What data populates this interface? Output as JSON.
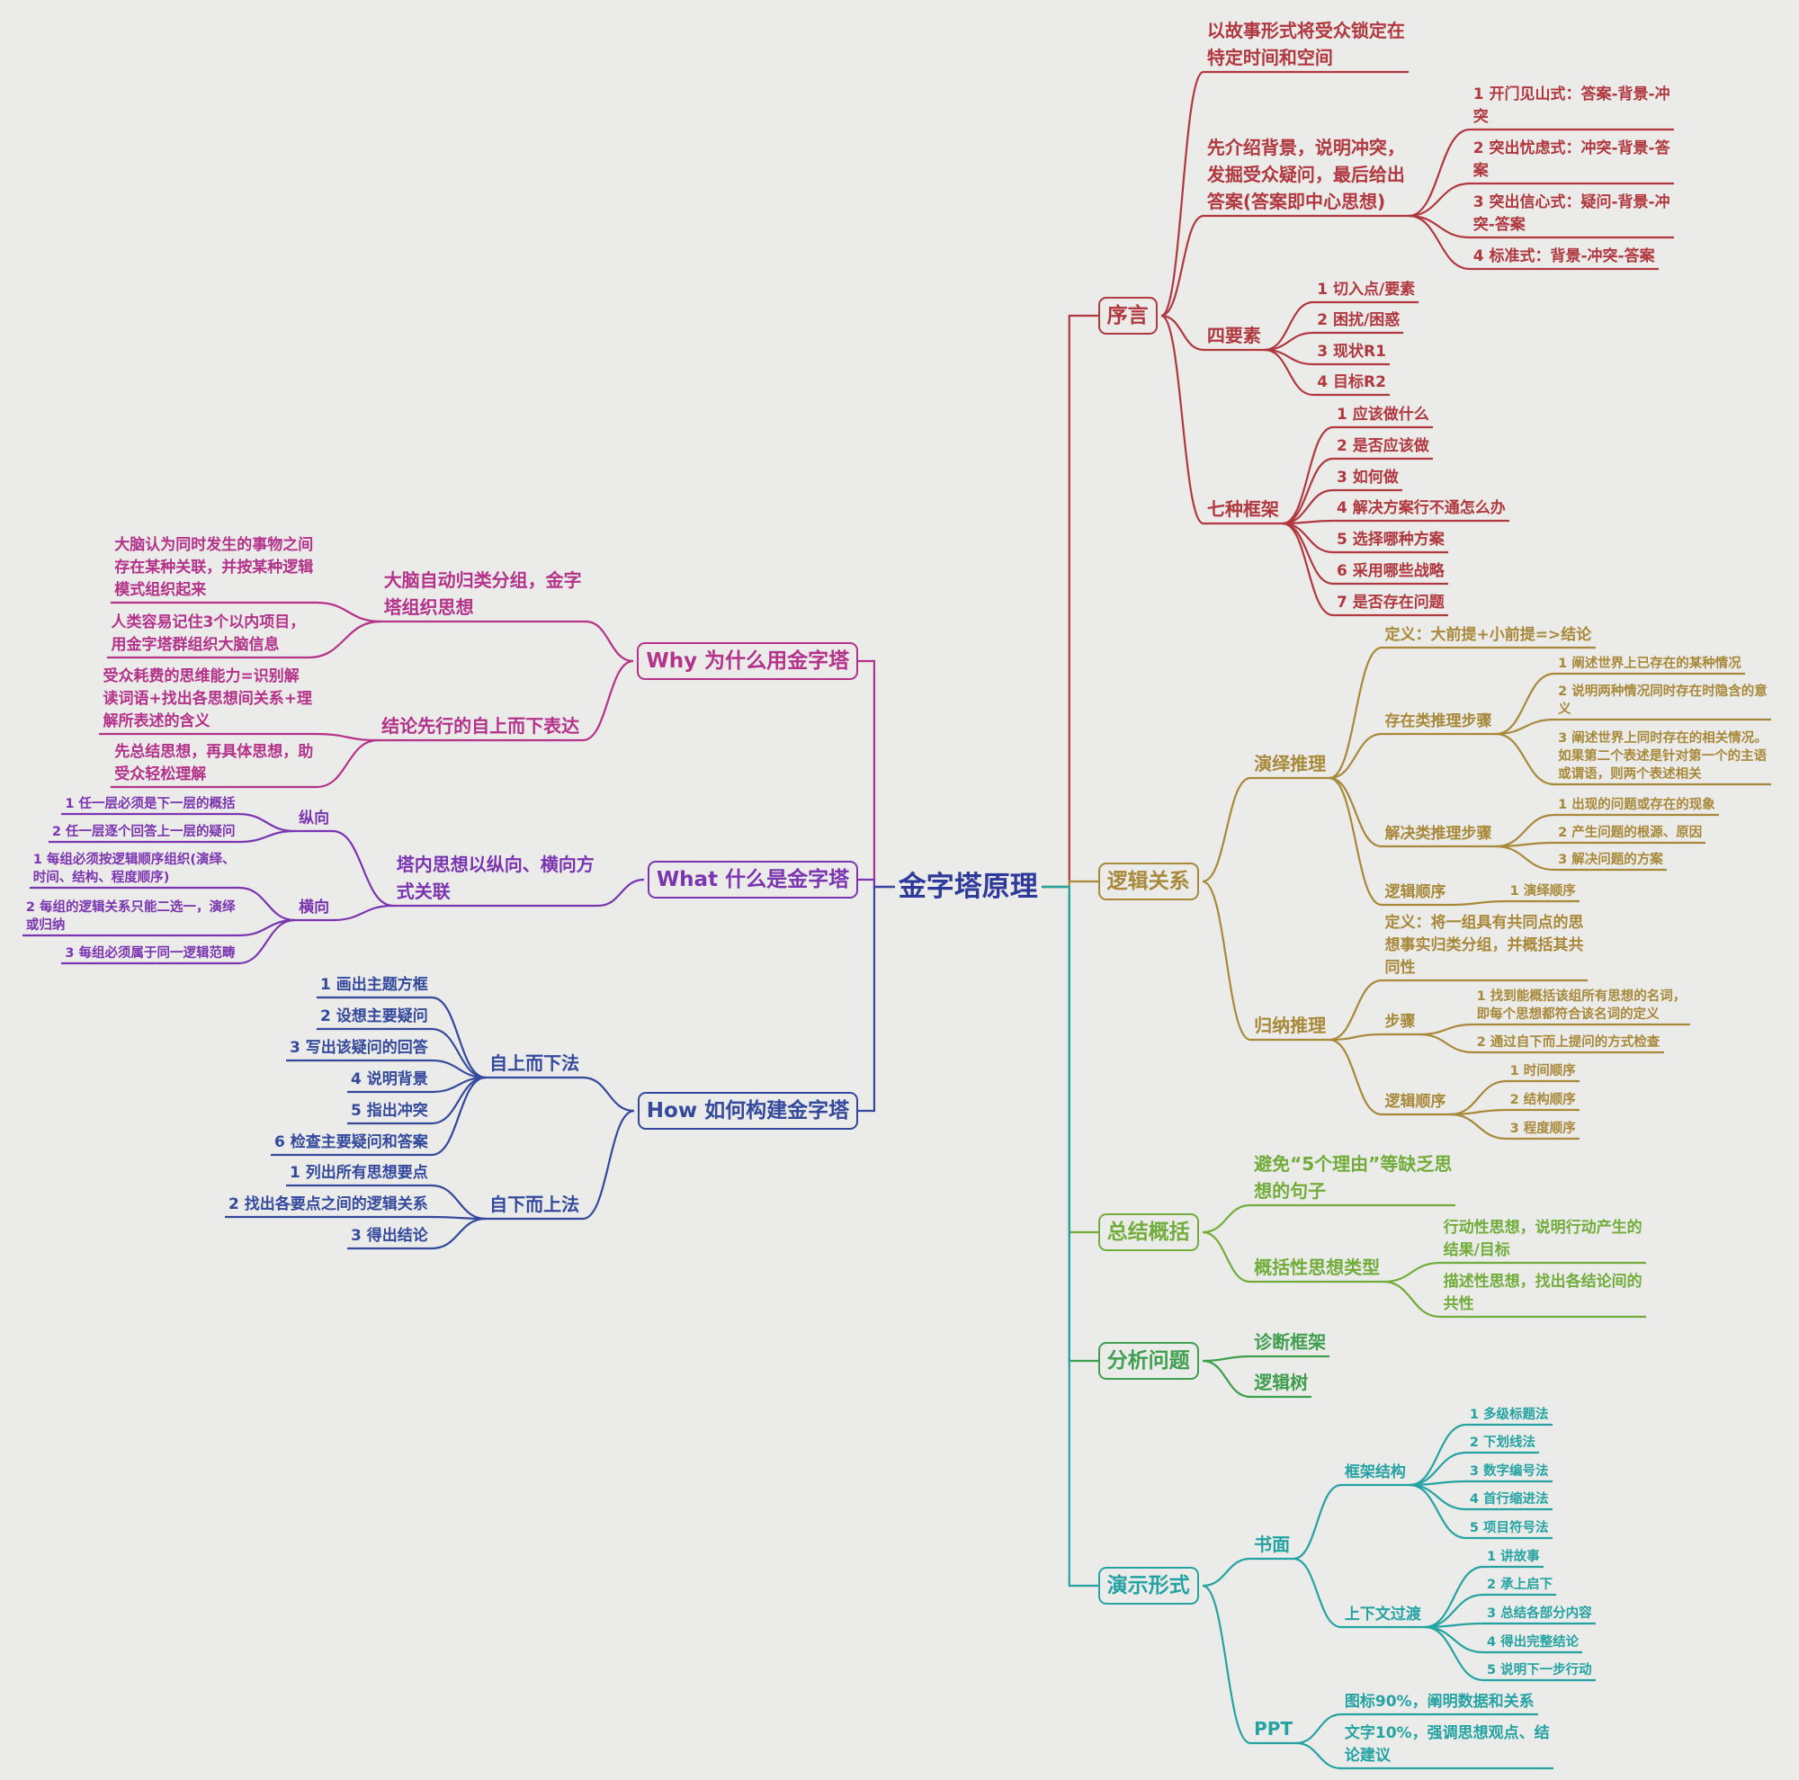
{
  "title": "金字塔原理",
  "colors": {
    "center": "#2d3a9a",
    "R0": "#b0383e",
    "R1": "#a8893a",
    "R2": "#72ad3c",
    "R3": "#3f9f4f",
    "R4": "#25a3a3",
    "L0": "#b5328a",
    "L1": "#7b35b0",
    "L2": "#34499c"
  },
  "right": [
    {
      "text": "序言",
      "children": [
        {
          "text": "以故事形式将受众锁定在\n特定时间和空间"
        },
        {
          "text": "先介绍背景，说明冲突，\n发掘受众疑问，最后给出\n答案(答案即中心思想)",
          "children": [
            {
              "text": "1 开门见山式：答案-背景-冲\n突"
            },
            {
              "text": "2 突出忧虑式：冲突-背景-答\n案"
            },
            {
              "text": "3 突出信心式：疑问-背景-冲\n突-答案"
            },
            {
              "text": "4 标准式：背景-冲突-答案"
            }
          ]
        },
        {
          "text": "四要素",
          "children": [
            {
              "text": "1 切入点/要素"
            },
            {
              "text": "2 困扰/困惑"
            },
            {
              "text": "3 现状R1"
            },
            {
              "text": "4 目标R2"
            }
          ]
        },
        {
          "text": "七种框架",
          "children": [
            {
              "text": "1 应该做什么"
            },
            {
              "text": "2 是否应该做"
            },
            {
              "text": "3 如何做"
            },
            {
              "text": "4 解决方案行不通怎么办"
            },
            {
              "text": "5 选择哪种方案"
            },
            {
              "text": "6 采用哪些战略"
            },
            {
              "text": "7 是否存在问题"
            }
          ]
        }
      ]
    },
    {
      "text": "逻辑关系",
      "children": [
        {
          "text": "演绎推理",
          "children": [
            {
              "text": "定义：大前提+小前提=>结论"
            },
            {
              "text": "存在类推理步骤",
              "children": [
                {
                  "text": "1 阐述世界上已存在的某种情况"
                },
                {
                  "text": "2 说明两种情况同时存在时隐含的意\n义"
                },
                {
                  "text": "3 阐述世界上同时存在的相关情况。\n如果第二个表述是针对第一个的主语\n或谓语，则两个表述相关"
                }
              ]
            },
            {
              "text": "解决类推理步骤",
              "children": [
                {
                  "text": "1 出现的问题或存在的现象"
                },
                {
                  "text": "2 产生问题的根源、原因"
                },
                {
                  "text": "3 解决问题的方案"
                }
              ]
            },
            {
              "text": "逻辑顺序",
              "children": [
                {
                  "text": "1 演绎顺序"
                }
              ]
            }
          ]
        },
        {
          "text": "归纳推理",
          "children": [
            {
              "text": "定义：将一组具有共同点的思\n想事实归类分组，并概括其共\n同性"
            },
            {
              "text": "步骤",
              "children": [
                {
                  "text": "1 找到能概括该组所有思想的名词，\n即每个思想都符合该名词的定义"
                },
                {
                  "text": "2 通过自下而上提问的方式检查"
                }
              ]
            },
            {
              "text": "逻辑顺序",
              "children": [
                {
                  "text": "1 时间顺序"
                },
                {
                  "text": "2 结构顺序"
                },
                {
                  "text": "3 程度顺序"
                }
              ]
            }
          ]
        }
      ]
    },
    {
      "text": "总结概括",
      "children": [
        {
          "text": "避免“5个理由”等缺乏思\n想的句子"
        },
        {
          "text": "概括性思想类型",
          "children": [
            {
              "text": "行动性思想，说明行动产生的\n结果/目标"
            },
            {
              "text": "描述性思想，找出各结论间的\n共性"
            }
          ]
        }
      ]
    },
    {
      "text": "分析问题",
      "children": [
        {
          "text": "诊断框架"
        },
        {
          "text": "逻辑树"
        }
      ]
    },
    {
      "text": "演示形式",
      "children": [
        {
          "text": "书面",
          "children": [
            {
              "text": "框架结构",
              "children": [
                {
                  "text": "1 多级标题法"
                },
                {
                  "text": "2 下划线法"
                },
                {
                  "text": "3 数字编号法"
                },
                {
                  "text": "4 首行缩进法"
                },
                {
                  "text": "5 项目符号法"
                }
              ]
            },
            {
              "text": "上下文过渡",
              "children": [
                {
                  "text": "1 讲故事"
                },
                {
                  "text": "2 承上启下"
                },
                {
                  "text": "3 总结各部分内容"
                },
                {
                  "text": "4 得出完整结论"
                },
                {
                  "text": "5 说明下一步行动"
                }
              ]
            }
          ]
        },
        {
          "text": "PPT",
          "children": [
            {
              "text": "图标90%，阐明数据和关系"
            },
            {
              "text": "文字10%，强调思想观点、结\n论建议"
            }
          ]
        }
      ]
    }
  ],
  "left": [
    {
      "text": "Why 为什么用金字塔",
      "children": [
        {
          "text": "大脑自动归类分组，金字\n塔组织思想",
          "children": [
            {
              "text": "大脑认为同时发生的事物之间\n存在某种关联，并按某种逻辑\n模式组织起来"
            },
            {
              "text": "人类容易记住3个以内项目，\n用金字塔群组织大脑信息"
            }
          ]
        },
        {
          "text": "结论先行的自上而下表达",
          "children": [
            {
              "text": "受众耗费的思维能力=识别解\n读词语+找出各思想间关系+理\n解所表述的含义"
            },
            {
              "text": "先总结思想，再具体思想，助\n受众轻松理解"
            }
          ]
        }
      ]
    },
    {
      "text": "What 什么是金字塔",
      "children": [
        {
          "text": "塔内思想以纵向、横向方\n式关联",
          "children": [
            {
              "text": "纵向",
              "children": [
                {
                  "text": "1 任一层必须是下一层的概括"
                },
                {
                  "text": "2 任一层逐个回答上一层的疑问"
                }
              ]
            },
            {
              "text": "横向",
              "children": [
                {
                  "text": "1 每组必须按逻辑顺序组织(演绎、\n时间、结构、程度顺序)"
                },
                {
                  "text": "2 每组的逻辑关系只能二选一，演绎\n或归纳"
                },
                {
                  "text": "3 每组必须属于同一逻辑范畴"
                }
              ]
            }
          ]
        }
      ]
    },
    {
      "text": "How 如何构建金字塔",
      "children": [
        {
          "text": "自上而下法",
          "children": [
            {
              "text": "1 画出主题方框"
            },
            {
              "text": "2 设想主要疑问"
            },
            {
              "text": "3 写出该疑问的回答"
            },
            {
              "text": "4 说明背景"
            },
            {
              "text": "5 指出冲突"
            },
            {
              "text": "6 检查主要疑问和答案"
            }
          ]
        },
        {
          "text": "自下而上法",
          "children": [
            {
              "text": "1 列出所有思想要点"
            },
            {
              "text": "2 找出各要点之间的逻辑关系"
            },
            {
              "text": "3 得出结论"
            }
          ]
        }
      ]
    }
  ]
}
